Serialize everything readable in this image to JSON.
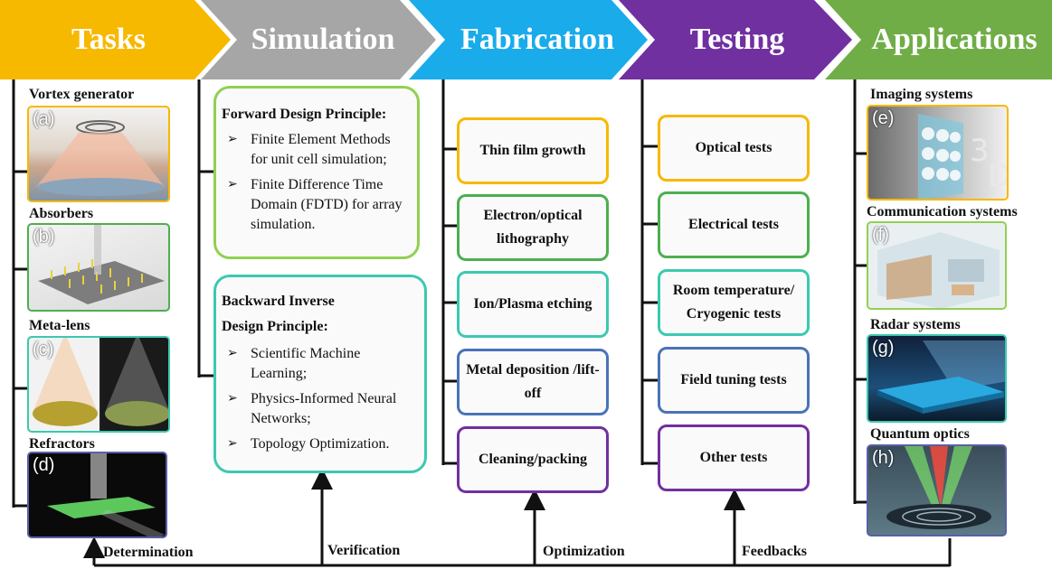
{
  "stages": [
    {
      "label": "Tasks",
      "color": "#F7B800"
    },
    {
      "label": "Simulation",
      "color": "#A6A6A6"
    },
    {
      "label": "Fabrication",
      "color": "#1AABEB"
    },
    {
      "label": "Testing",
      "color": "#7030A0"
    },
    {
      "label": "Applications",
      "color": "#70AD47"
    }
  ],
  "tasks": [
    {
      "label": "Vortex generator",
      "letter": "(a)",
      "border": "#F7B800"
    },
    {
      "label": "Absorbers",
      "letter": "(b)",
      "border": "#4CAF50"
    },
    {
      "label": "Meta-lens",
      "letter": "(c)",
      "border": "#3CC9B0"
    },
    {
      "label": "Refractors",
      "letter": "(d)",
      "border": "#5A5FA8"
    }
  ],
  "simulation": {
    "forward": {
      "title": "Forward Design Principle:",
      "items": [
        "Finite Element Methods for unit cell simulation;",
        "Finite Difference Time Domain (FDTD) for array simulation."
      ],
      "border": "#92D050"
    },
    "backward": {
      "title_line1": "Backward Inverse",
      "title_line2": "Design Principle:",
      "items": [
        "Scientific Machine Learning;",
        "Physics-Informed Neural Networks;",
        "Topology Optimization."
      ],
      "border": "#3CC9B0"
    },
    "bullet": "➢"
  },
  "fabrication": [
    {
      "label": "Thin film growth",
      "border": "#F7B800"
    },
    {
      "label": "Electron/optical lithography",
      "border": "#4CAF50"
    },
    {
      "label": "Ion/Plasma etching",
      "border": "#3CC9B0"
    },
    {
      "label": "Metal deposition /lift-off",
      "border": "#4A72B8"
    },
    {
      "label": "Cleaning/packing",
      "border": "#7030A0"
    }
  ],
  "testing": [
    {
      "label": "Optical tests",
      "border": "#F7B800"
    },
    {
      "label": "Electrical tests",
      "border": "#4CAF50"
    },
    {
      "label": "Room temperature/ Cryogenic tests",
      "border": "#3CC9B0"
    },
    {
      "label": "Field tuning tests",
      "border": "#4A72B8"
    },
    {
      "label": "Other tests",
      "border": "#7030A0"
    }
  ],
  "applications": [
    {
      "label": "Imaging systems",
      "letter": "(e)",
      "border": "#F7B800"
    },
    {
      "label": "Communication systems",
      "letter": "(f)",
      "border": "#92D050"
    },
    {
      "label": "Radar systems",
      "letter": "(g)",
      "border": "#3CC9B0"
    },
    {
      "label": "Quantum optics",
      "letter": "(h)",
      "border": "#5A5FA8"
    }
  ],
  "feedback_labels": {
    "determination": "Determination",
    "verification": "Verification",
    "optimization": "Optimization",
    "feedbacks": "Feedbacks"
  }
}
